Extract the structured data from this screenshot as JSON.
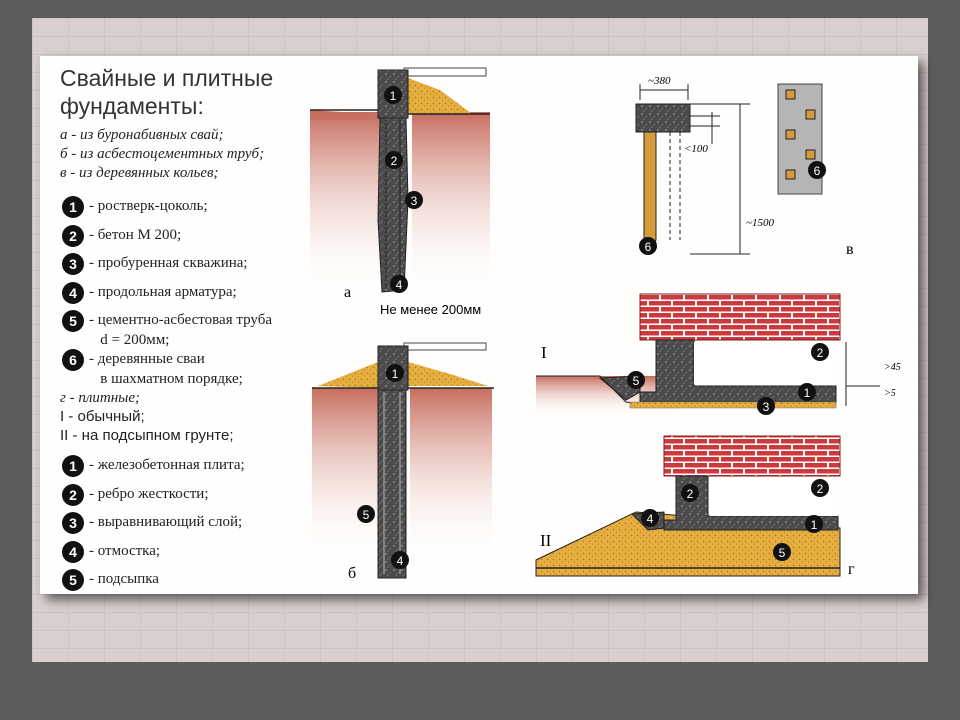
{
  "title": {
    "line1": "Свайные и плитные",
    "line2": "фундаменты:"
  },
  "subtitles": {
    "a": "а - из буронабивных свай;",
    "b": "б - из асбестоцементных труб;",
    "c": "в - из деревянных кольев;",
    "g": "г - плитные;"
  },
  "pile_items": [
    {
      "num": "1",
      "label": "- ростверк-цоколь;"
    },
    {
      "num": "2",
      "label": "- бетон М 200;"
    },
    {
      "num": "3",
      "label": "- пробуренная скважина;"
    },
    {
      "num": "4",
      "label": "- продольная арматура;"
    },
    {
      "num": "5",
      "label": "- цементно-асбестовая труба\n   d = 200мм;"
    },
    {
      "num": "6",
      "label": "- деревянные сваи\n   в шахматном порядке;"
    }
  ],
  "slab_types": {
    "I": "I - обычный;",
    "II": "II - на подсыпном грунте;"
  },
  "slab_items": [
    {
      "num": "1",
      "label": "- железобетонная плита;"
    },
    {
      "num": "2",
      "label": "- ребро жесткости;"
    },
    {
      "num": "3",
      "label": "- выравнивающий слой;"
    },
    {
      "num": "4",
      "label": "- отмостка;"
    },
    {
      "num": "5",
      "label": "- подсыпка"
    }
  ],
  "diagram_labels": {
    "a": "а",
    "b": "б",
    "v": "в",
    "g": "г",
    "min_depth": "Не менее 200мм",
    "dim_380": "~380",
    "dim_100": "<100",
    "dim_1500": "~1500",
    "dim_45": ">45",
    "dim_5": ">5",
    "roman_I": "I",
    "roman_II": "II"
  },
  "colors": {
    "brick": "#c8373a",
    "soil": "#c97b6b",
    "sand": "#e0a838",
    "concrete": "#4a4a4a",
    "panel": "#fffefc"
  }
}
